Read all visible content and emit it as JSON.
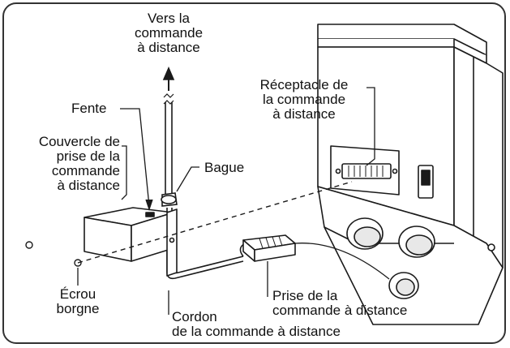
{
  "labels": {
    "vers_commande": [
      "Vers la",
      "commande",
      "à distance"
    ],
    "receptacle": [
      "Réceptacle de",
      "la commande",
      "à distance"
    ],
    "fente": "Fente",
    "couvercle": [
      "Couvercle de",
      "prise de la",
      "commande",
      "à distance"
    ],
    "bague": "Bague",
    "ecrou": [
      "Écrou",
      "borgne"
    ],
    "prise": [
      "Prise de la",
      "commande à distance"
    ],
    "cordon": [
      "Cordon",
      "de la commande à distance"
    ]
  },
  "colors": {
    "line": "#1a1a1a",
    "frame": "#333333",
    "background": "#ffffff",
    "shade": "#d9d9d9"
  }
}
